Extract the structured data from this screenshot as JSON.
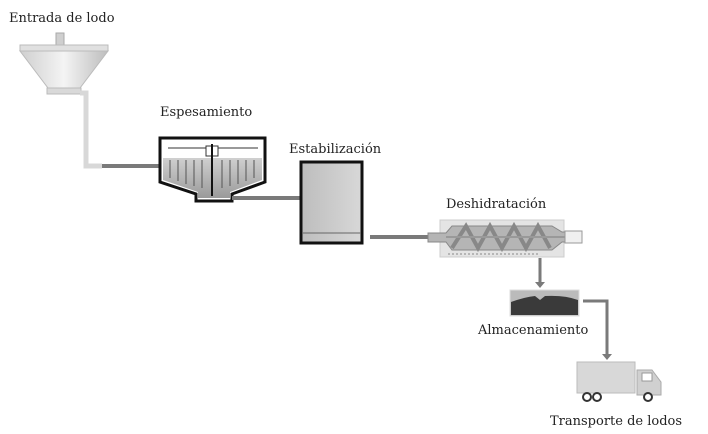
{
  "stages": {
    "inlet": "Entrada de lodo",
    "thickening": "Espesamiento",
    "stabilization": "Estabilización",
    "dewatering": "Deshidratación",
    "storage": "Almacenamiento",
    "transport": "Transporte de lodos"
  },
  "colors": {
    "pipe": "#7a7a7a",
    "outline": "#111111",
    "fill": "#c8c8c8",
    "sludge": "#3a3a3a"
  }
}
